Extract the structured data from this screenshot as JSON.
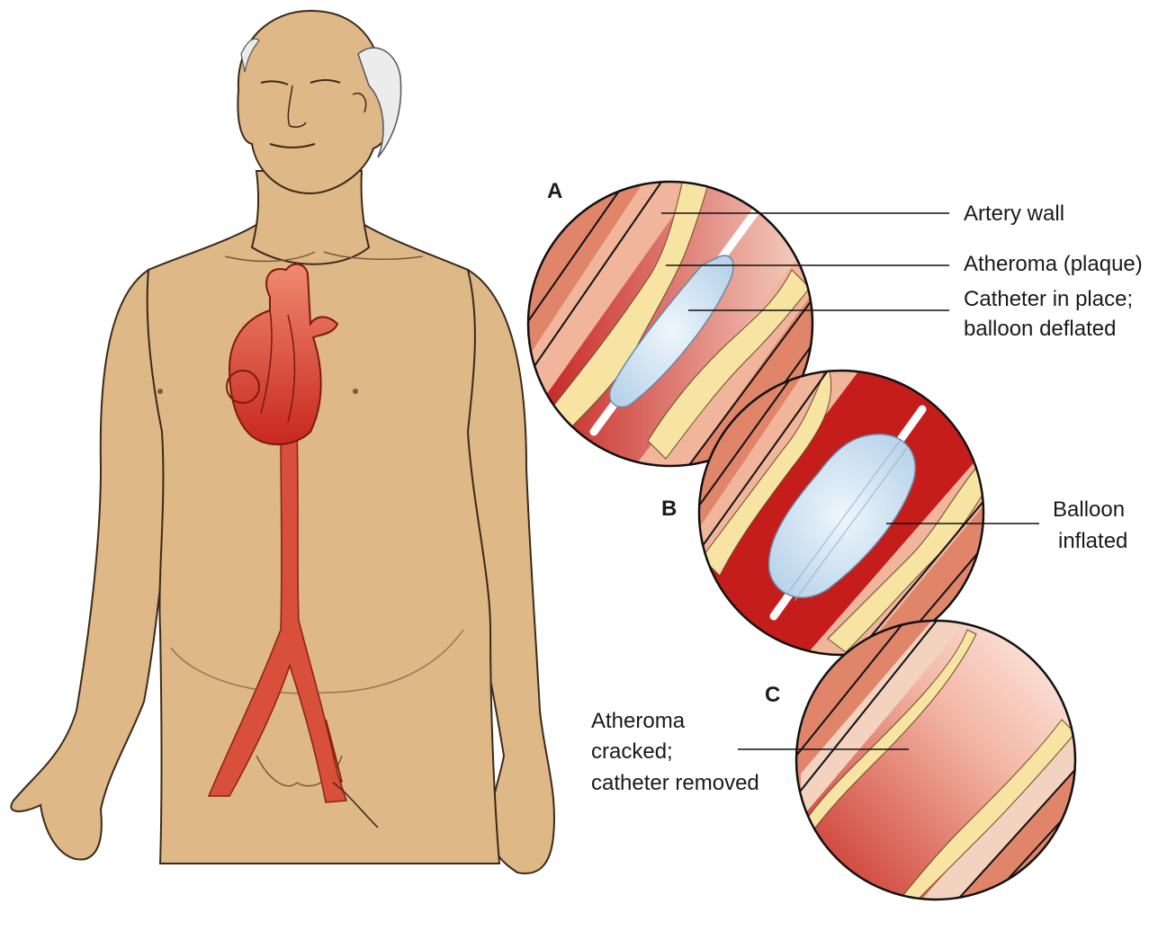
{
  "panels": [
    {
      "letter": "A"
    },
    {
      "letter": "B"
    },
    {
      "letter": "C"
    }
  ],
  "labels": {
    "artery_wall": "Artery wall",
    "atheroma": "Atheroma (plaque)",
    "catheter_line1": "Catheter in place;",
    "catheter_line2": "balloon deflated",
    "balloon_line1": "Balloon",
    "balloon_line2": "inflated",
    "cracked_line1": "Atheroma",
    "cracked_line2": "cracked;",
    "cracked_line3": "catheter removed"
  },
  "colors": {
    "skin": "#deb887",
    "skin_shadow": "#c9a06a",
    "artery": "#d9503a",
    "artery_dark": "#b3261c",
    "vessel_outer": "#e0856a",
    "vessel_mid": "#f0b59b",
    "plaque": "#f8e4a2",
    "lumen": "#c8201e",
    "balloon": "#d9e9f6",
    "line": "#111111"
  }
}
